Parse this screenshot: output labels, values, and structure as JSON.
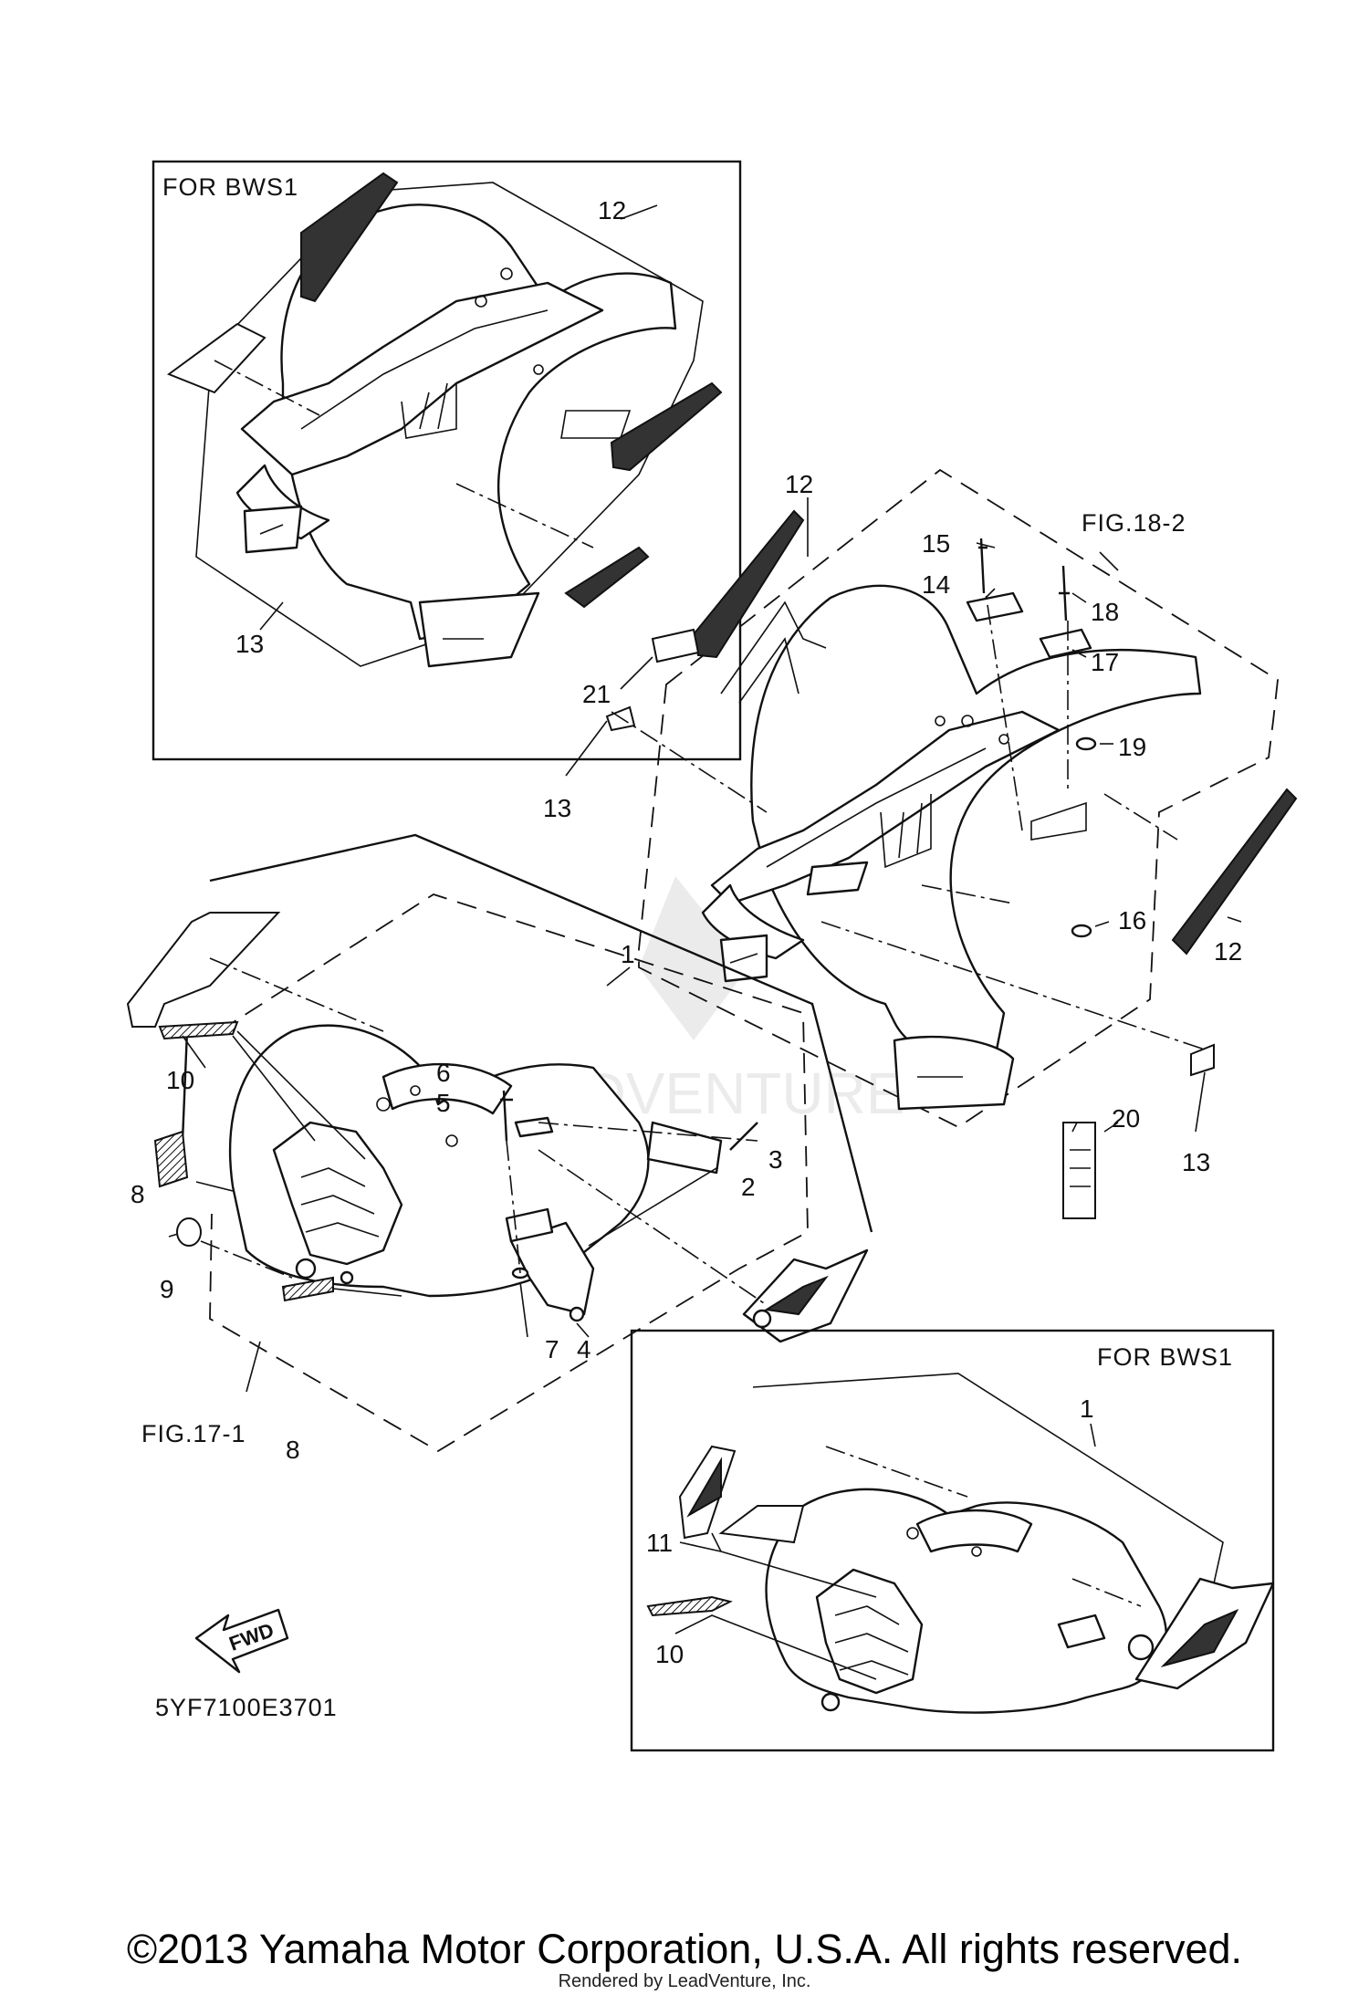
{
  "inset_top": {
    "title": "FOR  BWS1",
    "labels": [
      "12",
      "13"
    ]
  },
  "inset_bottom": {
    "title": "FOR  BWS1",
    "labels": [
      "1",
      "11",
      "10"
    ]
  },
  "rear_fender": {
    "figure_ref": "FIG.18-2",
    "labels": [
      "12",
      "15",
      "14",
      "18",
      "17",
      "21",
      "19",
      "13",
      "16",
      "12",
      "20",
      "13"
    ]
  },
  "front_fender": {
    "figure_ref": "FIG.17-1",
    "labels": [
      "1",
      "6",
      "5",
      "10",
      "3",
      "2",
      "8",
      "9",
      "7",
      "4",
      "8"
    ]
  },
  "fwd_arrow": "FWD",
  "diagram_code": "5YF7100E3701",
  "watermark": "LEADVENTURE",
  "footer": {
    "copyright": "©2013 Yamaha Motor Corporation, U.S.A. All rights reserved.",
    "rendered_by": "Rendered by LeadVenture, Inc."
  }
}
